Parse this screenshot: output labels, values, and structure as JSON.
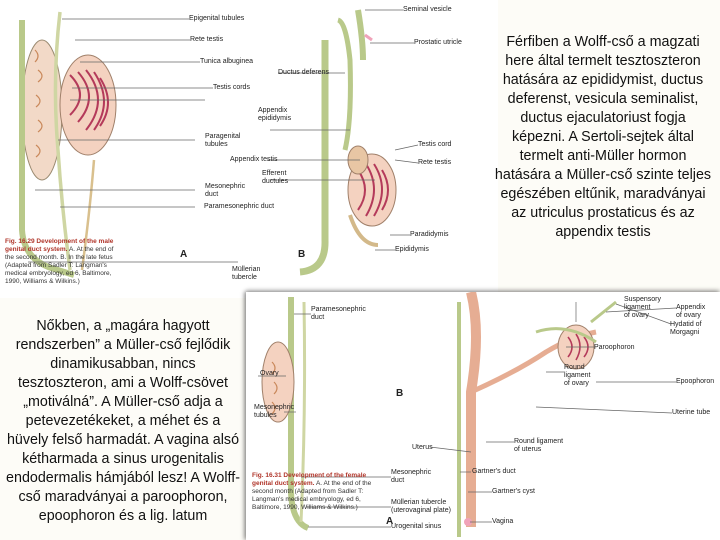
{
  "right_paragraph": "Férfiben a Wolff-cső a magzati here által termelt tesztoszteron hatására az epididymist, ductus deferenst, vesicula seminalist, ductus ejaculatoriust fogja képezni. A Sertoli-sejtek által termelt anti-Müller hormon hatására a Müller-cső szinte teljes egészében eltűnik, maradványai az utriculus prostaticus és az appendix testis",
  "left_paragraph": "Nőkben, a „magára hagyott rendszerben” a Müller-cső fejlődik dinamikusabban, nincs tesztoszteron, ami a Wolff-csövet „motiválná”. A Müller-cső adja a petevezetékeket, a méhet és a hüvely felső harmadát. A vagina alsó kétharmada a sinus urogenitalis endodermalis hámjából lesz! A Wolff-cső maradványai a paroophoron, epoophoron és a lig. latum",
  "top_figure": {
    "panel_a": "A",
    "panel_b": "B",
    "caption_title": "Fig. 16.29  Development of the male genital duct system.",
    "caption_body": "A. At the end of the second month. B. In the late fetus (Adapted from Sadler T: Langman's medical embryology, ed 6, Baltimore, 1990, Williams & Wilkins.)",
    "labels": {
      "epigenital_tubules": "Epigenital tubules",
      "rete_testis": "Rete testis",
      "tunica_albuginea": "Tunica albuginea",
      "testis_cords": "Testis cords",
      "paragenital_tubules": "Paragenital\ntubules",
      "mesonephric_duct": "Mesonephric\nduct",
      "paramesonephric_duct": "Paramesonephric duct",
      "mullerian_tubercle": "Müllerian\ntubercle",
      "seminal_vesicle": "Seminal vesicle",
      "prostatic_utricle": "Prostatic utricle",
      "ductus_deferens": "Ductus deferens",
      "appendix_epididymis": "Appendix\nepididymis",
      "appendix_testis": "Appendix testis",
      "efferent_ductules": "Efferent\nductules",
      "testis_cord": "Testis cord",
      "rete_testis_b": "Rete testis",
      "paradidymis": "Paradidymis",
      "epididymis": "Epididymis"
    }
  },
  "bottom_figure": {
    "panel_a": "A",
    "panel_b": "B",
    "caption_title": "Fig. 16.31  Development of the female genital duct system.",
    "caption_body": "A. At the end of the second month (Adapted from Sadler T: Langman's medical embryology, ed 6, Baltimore, 1990, Williams & Wilkins.)",
    "labels": {
      "paramesonephric_duct": "Paramesonephric\nduct",
      "ovary": "Ovary",
      "mesonephric_tubules": "Mesonephric\ntubules",
      "mesonephric_duct": "Mesonephric\nduct",
      "mullerian_tubercle": "Müllerian tubercle\n(uterovaginal plate)",
      "urogenital_sinus": "Urogenital sinus",
      "suspensory_ligament": "Suspensory\nligament\nof ovary",
      "appendix_ovary": "Appendix\nof ovary",
      "hydatid": "Hydatid of\nMorgagni",
      "paroophoron": "Paroophoron",
      "round_ligament_ovary": "Round\nligament\nof ovary",
      "epoophoron": "Epoophoron",
      "uterine_tube": "Uterine tube",
      "round_ligament_uterus": "Round ligament\nof uterus",
      "uterus": "Uterus",
      "gartners_duct": "Gartner's duct",
      "gartners_cyst": "Gartner's cyst",
      "vagina": "Vagina"
    }
  },
  "colors": {
    "duct_green": "#b9c98a",
    "tissue_pink": "#f1c9b8",
    "tubule_red": "#b43a5a",
    "caption_red": "#b0352a",
    "text": "#111111"
  }
}
